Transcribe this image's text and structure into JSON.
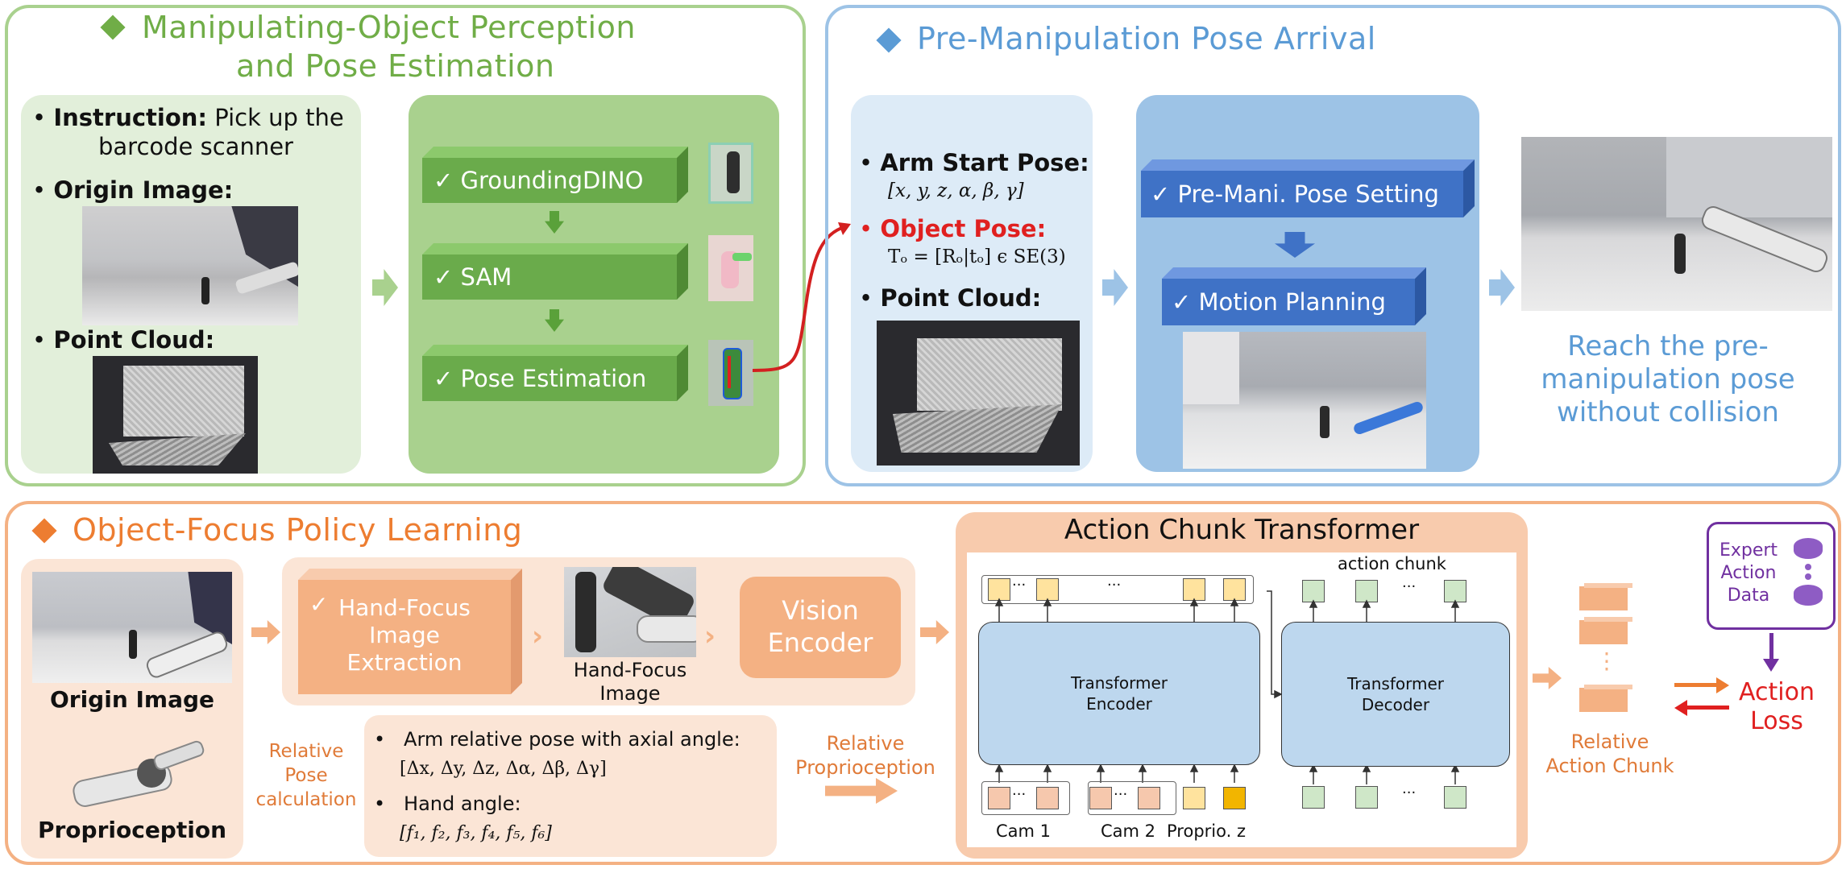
{
  "top_left": {
    "title_line1": "Manipulating-Object Perception",
    "title_line2": "and Pose Estimation",
    "instruction_label": "Instruction:",
    "instruction_text_1": "Pick up the",
    "instruction_text_2": "barcode scanner",
    "origin_image_label": "Origin Image:",
    "point_cloud_label": "Point Cloud:",
    "steps": [
      "✓ GroundingDINO",
      "✓ SAM",
      "✓ Pose Estimation"
    ]
  },
  "top_right": {
    "title": "Pre-Manipulation Pose Arrival",
    "arm_start_label": "Arm Start Pose:",
    "arm_start_math": "[x, y, z, α, β, γ]",
    "object_pose_label": "Object Pose:",
    "object_pose_math": "Tₒ = [Rₒ|tₒ] ϵ SE(3)",
    "point_cloud_label": "Point Cloud:",
    "steps": [
      "✓ Pre-Mani. Pose Setting",
      "✓ Motion Planning"
    ],
    "reach_line1": "Reach the pre-",
    "reach_line2": "manipulation pose",
    "reach_line3": "without collision"
  },
  "bottom": {
    "title": "Object-Focus Policy Learning",
    "origin_image": "Origin Image",
    "proprioception": "Proprioception",
    "relative_1": "Relative",
    "relative_2": "Pose",
    "relative_3": "calculation",
    "hand_focus_1": "Hand-Focus",
    "hand_focus_2": "Image",
    "hand_focus_3": "Extraction",
    "hand_focus_img_1": "Hand-Focus",
    "hand_focus_img_2": "Image",
    "vision_1": "Vision",
    "vision_2": "Encoder",
    "arm_rel": "Arm relative pose with axial angle:",
    "arm_rel_math": "[Δx, Δy, Δz, Δα, Δβ, Δγ]",
    "hand_angle": "Hand angle:",
    "hand_angle_math": "[f₁, f₂, f₃, f₄, f₅, f₆]",
    "rel_prop_1": "Relative",
    "rel_prop_2": "Proprioception",
    "act_title": "Action Chunk Transformer",
    "action_chunk": "action chunk",
    "enc_1": "Transformer",
    "enc_2": "Encoder",
    "dec_1": "Transformer",
    "dec_2": "Decoder",
    "cam1": "Cam 1",
    "cam2": "Cam 2",
    "proprio_z": "Proprio. z",
    "dots": "···",
    "vdots": "⋮",
    "rel_chunk_1": "Relative",
    "rel_chunk_2": "Action Chunk",
    "expert_1": "Expert",
    "expert_2": "Action",
    "expert_3": "Data",
    "loss_1": "Action",
    "loss_2": "Loss"
  },
  "colors": {
    "green_border": "#a9d18e",
    "green_title": "#70ad47",
    "blue_border": "#9dc3e6",
    "blue_title": "#5b9bd5",
    "orange_border": "#f4b183",
    "orange_title": "#ed7d31",
    "red": "#e02020",
    "purple": "#7030a0"
  }
}
